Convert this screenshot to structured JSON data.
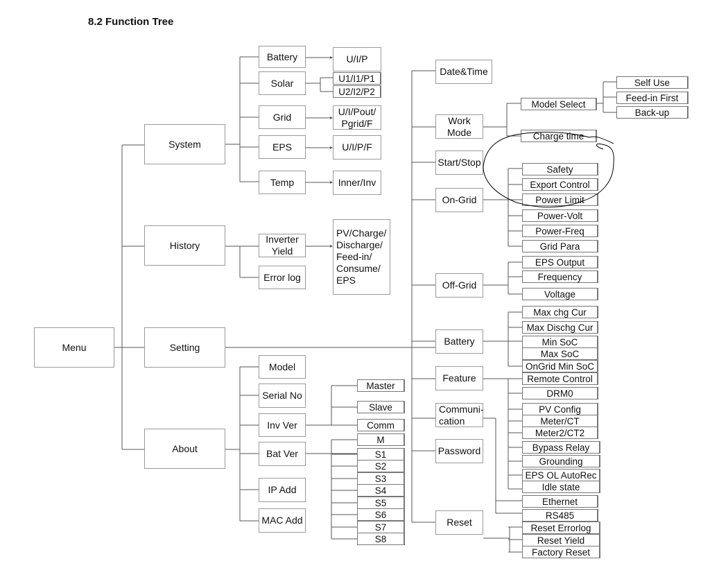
{
  "title": "8.2 Function Tree",
  "menu": "Menu",
  "level1": {
    "system": "System",
    "history": "History",
    "setting": "Setting",
    "about": "About"
  },
  "system": {
    "battery": "Battery",
    "solar": "Solar",
    "grid": "Grid",
    "eps": "EPS",
    "temp": "Temp",
    "battery_val": "U/I/P",
    "solar_val1": "U1/I1/P1",
    "solar_val2": "U2/I2/P2",
    "grid_val": "U/I/Pout/\nPgrid/F",
    "eps_val": "U/I/P/F",
    "temp_val": "Inner/Inv"
  },
  "history": {
    "inverter_yield": "Inverter\nYield",
    "error_log": "Error log",
    "yield_val": "PV/Charge/\nDischarge/\nFeed-in/\nConsume/\nEPS"
  },
  "about": {
    "model": "Model",
    "serial_no": "Serial No",
    "inv_ver": "Inv Ver",
    "bat_ver": "Bat Ver",
    "ip_add": "IP Add",
    "mac_add": "MAC Add",
    "inv_ver_items": [
      "Master",
      "Slave",
      "Comm"
    ],
    "bat_ver_items": [
      "M",
      "S1",
      "S2",
      "S3",
      "S4",
      "S5",
      "S6",
      "S7",
      "S8"
    ]
  },
  "setting": {
    "date_time": "Date&Time",
    "work_mode": "Work\nMode",
    "start_stop": "Start/Stop",
    "on_grid": "On-Grid",
    "off_grid": "Off-Grid",
    "battery": "Battery",
    "feature": "Feature",
    "communication": "Communi-\ncation",
    "password": "Password",
    "reset": "Reset",
    "work_mode_items": [
      "Model Select",
      "Charge time"
    ],
    "model_select_items": [
      "Self Use",
      "Feed-in First",
      "Back-up"
    ],
    "on_grid_items": [
      "Safety",
      "Export Control",
      "Power Limit",
      "Power-Volt",
      "Power-Freq",
      "Grid Para"
    ],
    "off_grid_items": [
      "EPS Output",
      "Frequency",
      "Voltage"
    ],
    "battery_items": [
      "Max chg Cur",
      "Max Dischg Cur",
      "Min SoC",
      "Max SoC",
      "OnGrid Min SoC"
    ],
    "feature_items": [
      "Remote Control",
      "DRM0",
      "PV Config",
      "Meter/CT",
      "Meter2/CT2",
      "Bypass Relay",
      "Grounding",
      "EPS OL AutoRec",
      "Idle state"
    ],
    "communication_items": [
      "Ethernet",
      "RS485"
    ],
    "reset_items": [
      "Reset Errorlog",
      "Reset Yield",
      "Factory Reset"
    ]
  }
}
